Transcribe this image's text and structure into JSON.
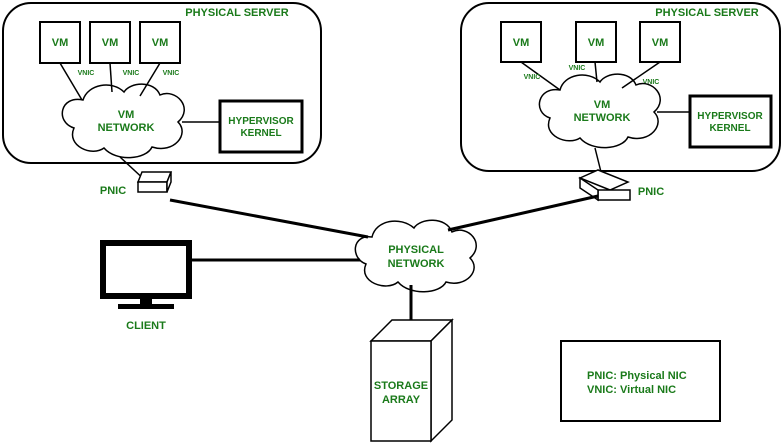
{
  "colors": {
    "label": "#1a7a1a",
    "line": "#000000",
    "background": "#ffffff"
  },
  "left_server": {
    "title": "PHYSICAL SERVER",
    "vms": [
      "VM",
      "VM",
      "VM"
    ],
    "vnics": [
      "VNIC",
      "VNIC",
      "VNIC"
    ],
    "network": [
      "VM",
      "NETWORK"
    ],
    "kernel": [
      "HYPERVISOR",
      "KERNEL"
    ],
    "pnic": "PNIC"
  },
  "right_server": {
    "title": "PHYSICAL SERVER",
    "vms": [
      "VM",
      "VM",
      "VM"
    ],
    "vnics": [
      "VNIC",
      "VNIC",
      "VNIC"
    ],
    "network": [
      "VM",
      "NETWORK"
    ],
    "kernel": [
      "HYPERVISOR",
      "KERNEL"
    ],
    "pnic": "PNIC"
  },
  "physical_network": [
    "PHYSICAL",
    "NETWORK"
  ],
  "client": "CLIENT",
  "storage": [
    "STORAGE",
    "ARRAY"
  ],
  "legend": [
    "PNIC: Physical NIC",
    "VNIC: Virtual NIC"
  ]
}
